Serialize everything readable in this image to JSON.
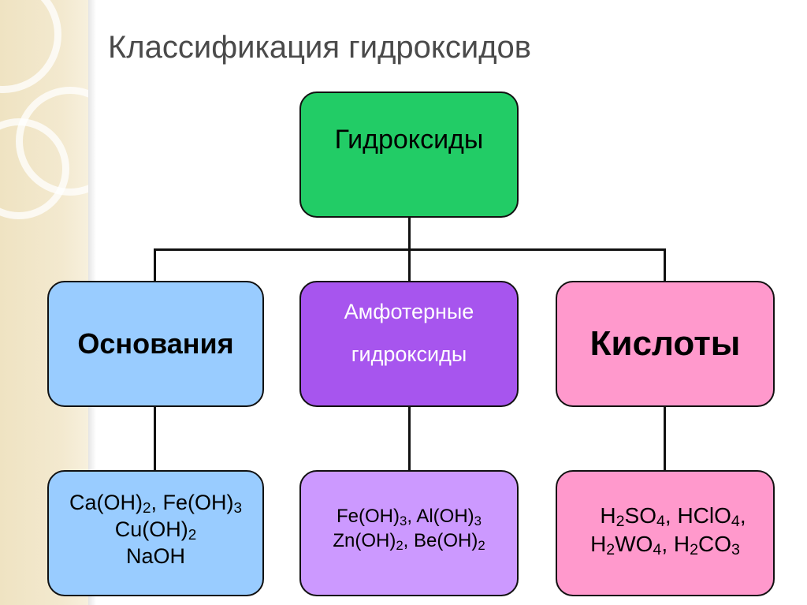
{
  "title": "Классификация гидроксидов",
  "root": {
    "label": "Гидроксиды",
    "color": "#22cc66"
  },
  "categories": [
    {
      "label": "Основания",
      "color": "#99ccff",
      "examples": [
        [
          [
            "Ca(OH)",
            ""
          ],
          [
            "2",
            true
          ],
          [
            ", Fe(OH)",
            ""
          ],
          [
            "3",
            true
          ]
        ],
        [
          [
            "Cu(OH)",
            ""
          ],
          [
            "2",
            true
          ]
        ],
        [
          [
            "NaOH",
            ""
          ]
        ]
      ]
    },
    {
      "label_line1": "Амфотерные",
      "label_line2": "гидроксиды",
      "color": "#a755ee",
      "examples": [
        [
          [
            "Fe(OH)",
            ""
          ],
          [
            "3",
            true
          ],
          [
            ", Al(OH)",
            ""
          ],
          [
            "3",
            true
          ]
        ],
        [
          [
            "Zn(OH)",
            ""
          ],
          [
            "2",
            true
          ],
          [
            ", Be(OH)",
            ""
          ],
          [
            "2",
            true
          ]
        ]
      ]
    },
    {
      "label": "Кислоты",
      "color": "#ff99cc",
      "examples": [
        [
          [
            "H",
            ""
          ],
          [
            "2",
            true
          ],
          [
            "SO",
            ""
          ],
          [
            "4",
            true
          ],
          [
            ", HClO",
            ""
          ],
          [
            "4",
            true
          ],
          [
            ",",
            ""
          ]
        ],
        [
          [
            "H",
            ""
          ],
          [
            "2",
            true
          ],
          [
            "WO",
            ""
          ],
          [
            "4",
            true
          ],
          [
            ", H",
            ""
          ],
          [
            "2",
            true
          ],
          [
            "CO",
            ""
          ],
          [
            "3",
            true
          ]
        ]
      ]
    }
  ]
}
